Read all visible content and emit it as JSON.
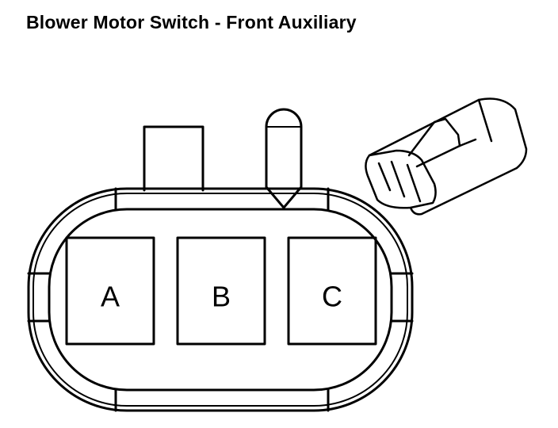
{
  "title": "Blower Motor Switch - Front Auxiliary",
  "connector": {
    "pins": [
      {
        "id": "pin-a",
        "label": "A"
      },
      {
        "id": "pin-b",
        "label": "B"
      },
      {
        "id": "pin-c",
        "label": "C"
      }
    ]
  },
  "colors": {
    "line": "#000000",
    "background": "#ffffff"
  }
}
